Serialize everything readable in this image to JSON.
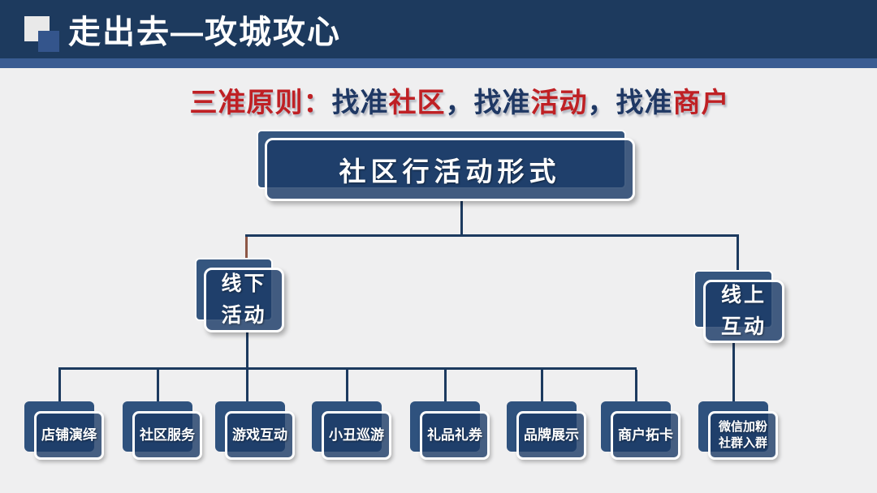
{
  "header": {
    "title": "走出去—攻城攻心"
  },
  "subtitle": {
    "full_text": "三准原则：找准社区，找准活动，找准商户",
    "segments": [
      {
        "text": "三准原则：",
        "tone": "red"
      },
      {
        "text": "找准",
        "tone": "navy"
      },
      {
        "text": "社区",
        "tone": "red"
      },
      {
        "text": "，找准",
        "tone": "navy"
      },
      {
        "text": "活动",
        "tone": "red"
      },
      {
        "text": "，找准",
        "tone": "navy"
      },
      {
        "text": "商户",
        "tone": "red"
      }
    ]
  },
  "diagram": {
    "root_label": "社区行活动形式",
    "branch_offline": "线下\n活动",
    "branch_online": "线上\n互动",
    "leaves": [
      "店铺演绎",
      "社区服务",
      "游戏互动",
      "小丑巡游",
      "礼品礼券",
      "品牌展示",
      "商户拓卡",
      "微信加粉\n社群入群"
    ]
  },
  "colors": {
    "header_bg": "#1d3a5e",
    "header_stripe": "#3a5c92",
    "background": "#efeff0",
    "box_back": "#2f527e",
    "box_front": "rgba(27,59,102,0.82)",
    "box_border": "#fdfdfd",
    "connector_navy": "#1c3a5f",
    "connector_red": "#8d5746",
    "subtitle_red": "#bf2024",
    "subtitle_navy": "#1f3864",
    "text_white": "#ffffff"
  }
}
